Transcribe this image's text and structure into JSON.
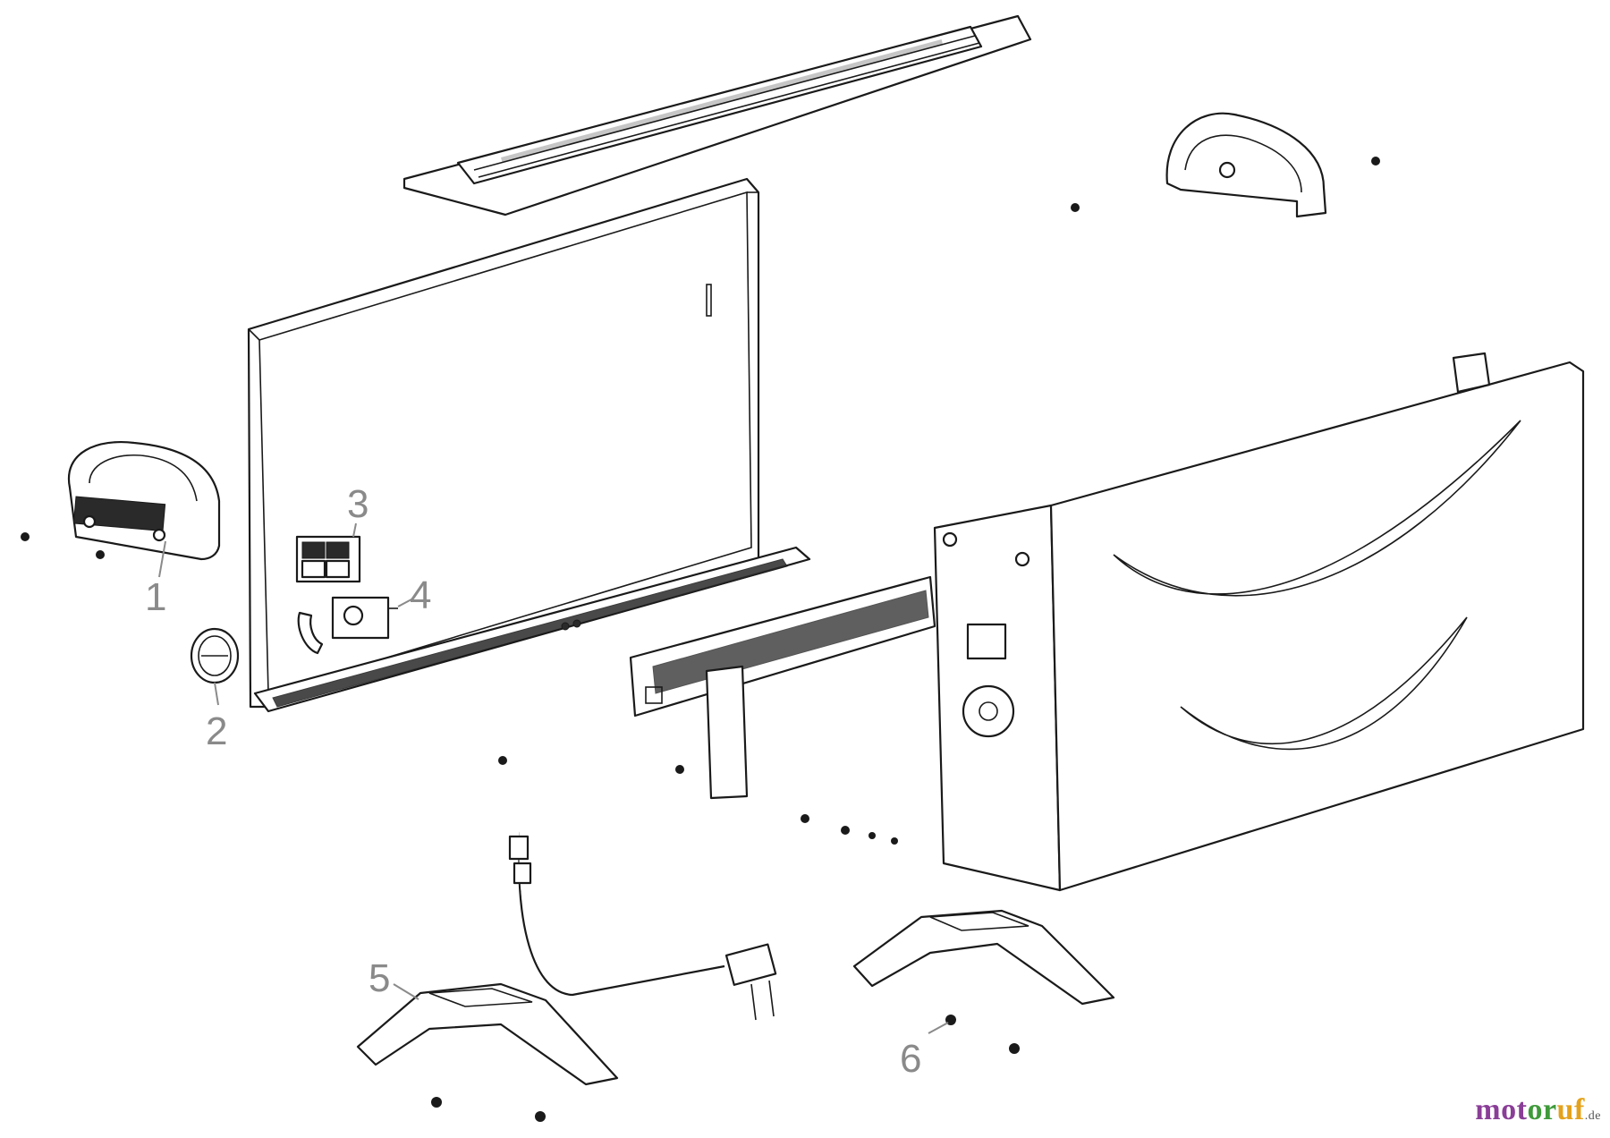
{
  "callouts": [
    {
      "number": "1"
    },
    {
      "number": "2"
    },
    {
      "number": "3"
    },
    {
      "number": "4"
    },
    {
      "number": "5"
    },
    {
      "number": "6"
    }
  ],
  "watermark": {
    "part1": "mot",
    "part2": "or",
    "part3": "uf",
    "tld": ".de"
  }
}
